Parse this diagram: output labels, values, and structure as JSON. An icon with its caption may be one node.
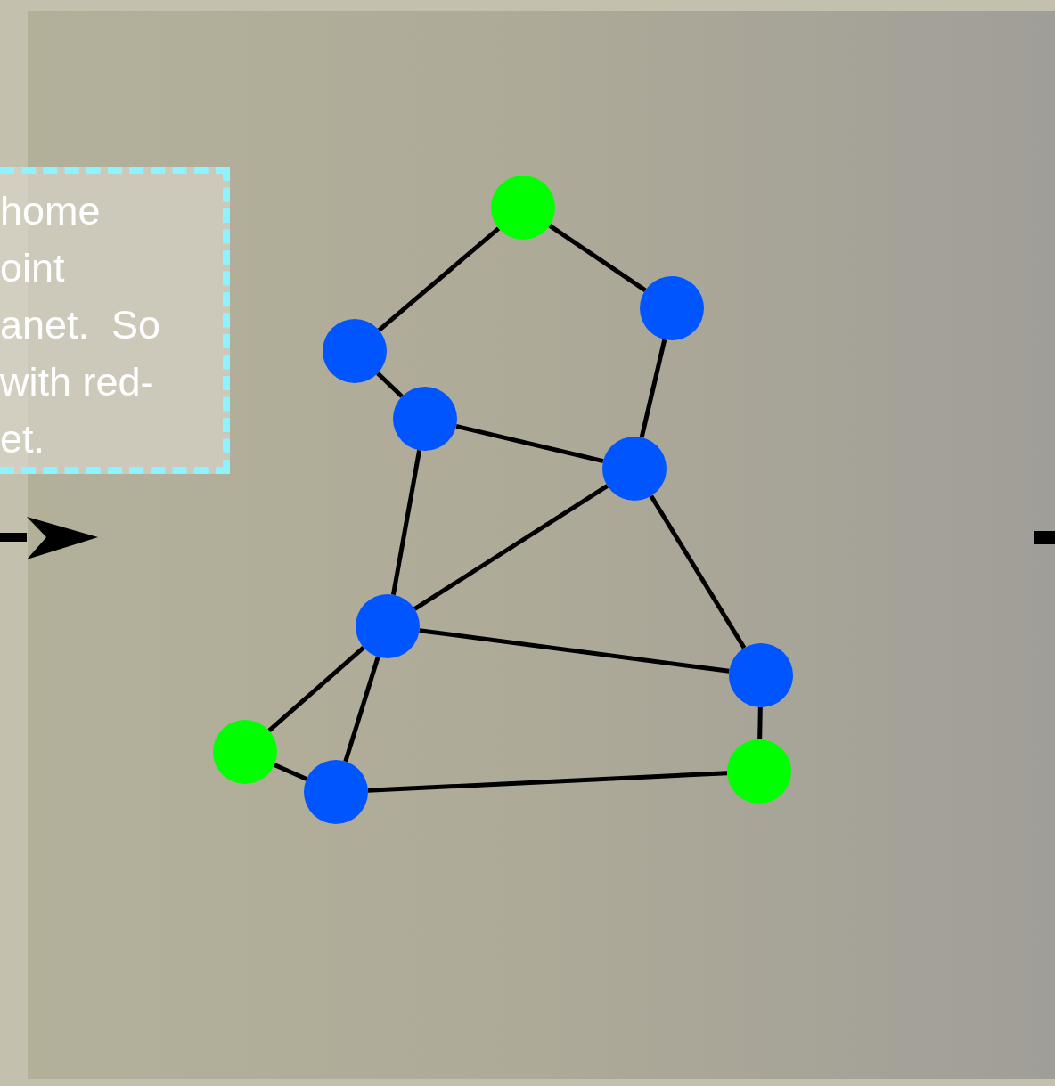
{
  "diagram": {
    "nodes": [
      {
        "text": [
          "home",
          "oint",
          "anet.  So",
          "with red-",
          "et."
        ]
      },
      {
        "text": [],
        "shape": "circle"
      },
      {
        "text": [],
        "shape": "circle"
      },
      {
        "text": [],
        "shape": "circle"
      },
      {
        "text": [],
        "shape": "circle"
      },
      {
        "text": [],
        "shape": "circle"
      },
      {
        "text": [],
        "shape": "circle"
      },
      {
        "text": [],
        "shape": "circle"
      },
      {
        "text": [],
        "shape": "circle"
      },
      {
        "text": [],
        "shape": "circle"
      },
      {
        "text": [],
        "shape": "circle"
      }
    ],
    "edges": [
      {
        "from": 1,
        "to": 3,
        "arrow": "none"
      },
      {
        "from": 1,
        "to": 2,
        "arrow": "none"
      },
      {
        "from": 3,
        "to": 4,
        "arrow": "none"
      },
      {
        "from": 2,
        "to": 5,
        "arrow": "none"
      },
      {
        "from": 4,
        "to": 5,
        "arrow": "none"
      },
      {
        "from": 4,
        "to": 6,
        "arrow": "none"
      },
      {
        "from": 5,
        "to": 6,
        "arrow": "none"
      },
      {
        "from": 5,
        "to": 7,
        "arrow": "none"
      },
      {
        "from": 6,
        "to": 7,
        "arrow": "none"
      },
      {
        "from": 6,
        "to": 8,
        "arrow": "none"
      },
      {
        "from": 6,
        "to": 10,
        "arrow": "none"
      },
      {
        "from": 8,
        "to": 10,
        "arrow": "none"
      },
      {
        "from": 7,
        "to": 9,
        "arrow": "none"
      },
      {
        "from": 10,
        "to": 9,
        "arrow": "none"
      }
    ]
  }
}
